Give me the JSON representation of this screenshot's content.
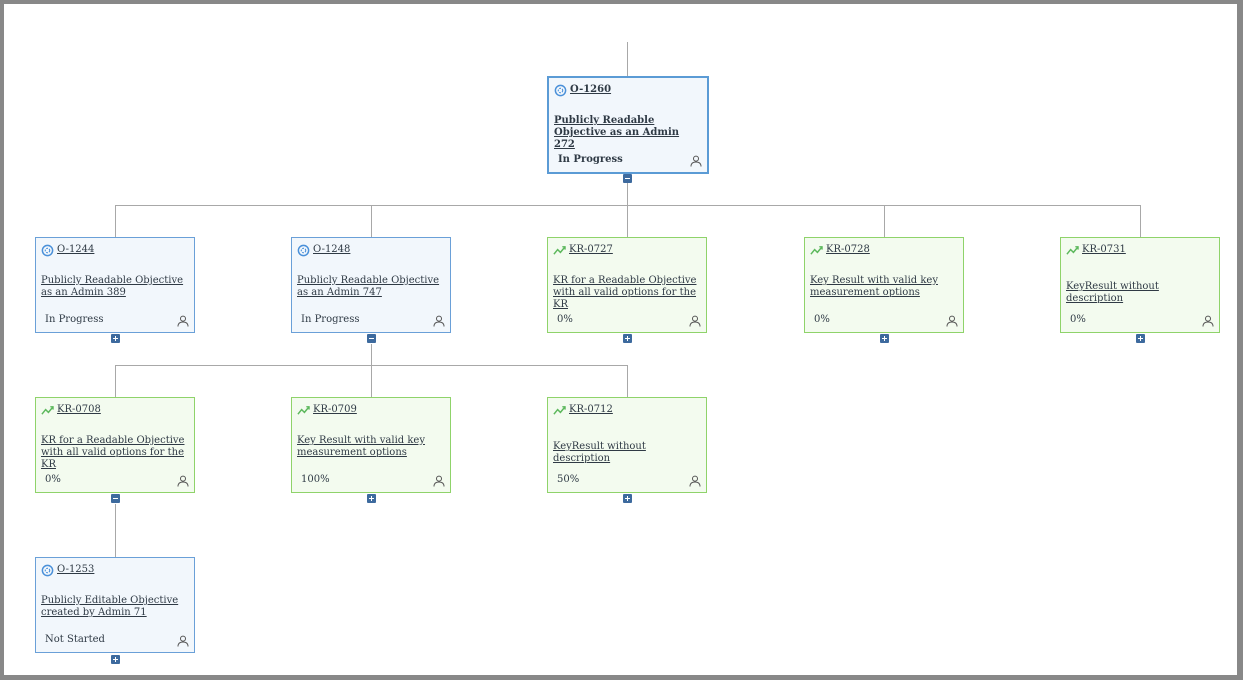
{
  "root": {
    "code": "O-1260",
    "title": "Publicly Readable Objective as an Admin 272",
    "status": "In Progress",
    "icon": "objective-icon"
  },
  "level1": [
    {
      "code": "O-1244",
      "title": "Publicly Readable Objective as an Admin 389",
      "status": "In Progress",
      "icon": "objective-icon"
    },
    {
      "code": "O-1248",
      "title": "Publicly Readable Objective as an Admin 747",
      "status": "In Progress",
      "icon": "objective-icon"
    },
    {
      "code": "KR-0727",
      "title": "KR for a Readable Objective with all valid options for the KR",
      "status": "0%",
      "icon": "key-result-icon"
    },
    {
      "code": "KR-0728",
      "title": "Key Result with valid key measurement options",
      "status": "0%",
      "icon": "key-result-icon"
    },
    {
      "code": "KR-0731",
      "title": "KeyResult without description",
      "status": "0%",
      "icon": "key-result-icon"
    }
  ],
  "level2": [
    {
      "code": "KR-0708",
      "title": "KR for a Readable Objective with all valid options for the KR",
      "status": "0%",
      "icon": "key-result-icon"
    },
    {
      "code": "KR-0709",
      "title": "Key Result with valid key measurement options",
      "status": "100%",
      "icon": "key-result-icon"
    },
    {
      "code": "KR-0712",
      "title": "KeyResult without description",
      "status": "50%",
      "icon": "key-result-icon"
    }
  ],
  "level3": [
    {
      "code": "O-1253",
      "title": "Publicly Editable Objective created by Admin 71",
      "status": "Not Started",
      "icon": "objective-icon"
    }
  ],
  "colors": {
    "objective_border": "#6aa0d8",
    "key_result_border": "#8fd36a",
    "toggle": "#3d6a9e"
  }
}
